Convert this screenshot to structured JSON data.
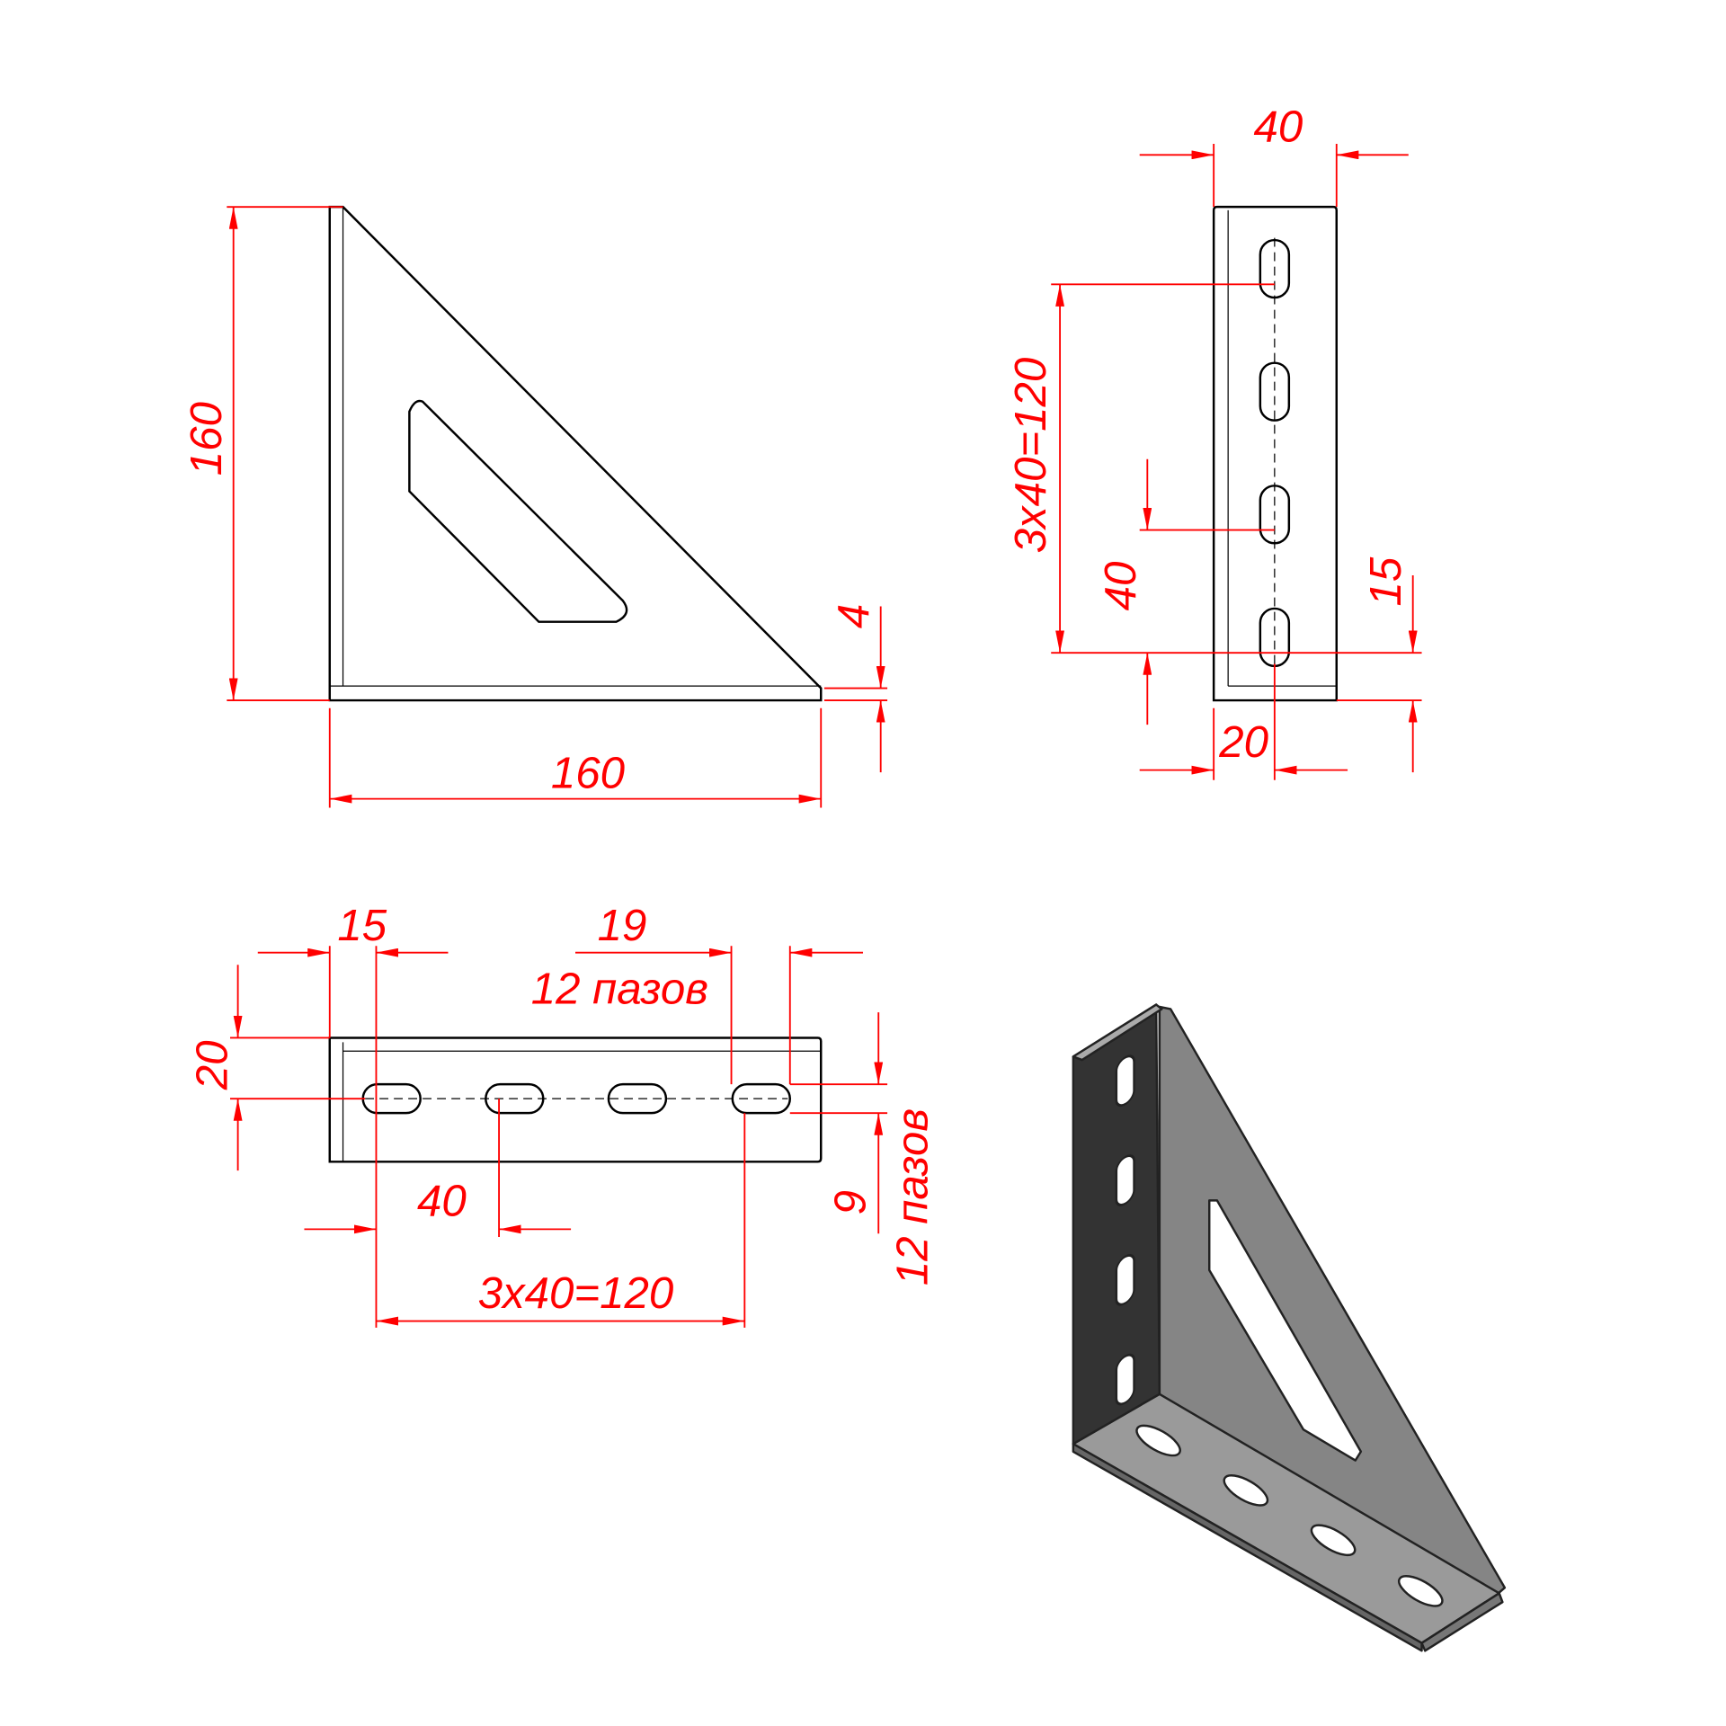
{
  "front_view": {
    "height_label": "160",
    "width_label": "160",
    "thickness_label": "4"
  },
  "side_view": {
    "width_label": "40",
    "pitch_label": "3x40=120",
    "first_slot_label": "40",
    "edge_label": "15",
    "center_label": "20"
  },
  "top_view": {
    "edge_label": "15",
    "slot_length_label": "19",
    "slot_count_label_top": "12 пазов",
    "center_label": "20",
    "pitch_label": "40",
    "total_pitch_label": "3x40=120",
    "slot_width_label": "9",
    "slot_count_label_side": "12 пазов"
  },
  "colors": {
    "dimension": "#ff0000",
    "outline": "#000000",
    "dark_face": "#333333",
    "mid_face": "#858585",
    "light_face": "#9a9a9a"
  }
}
